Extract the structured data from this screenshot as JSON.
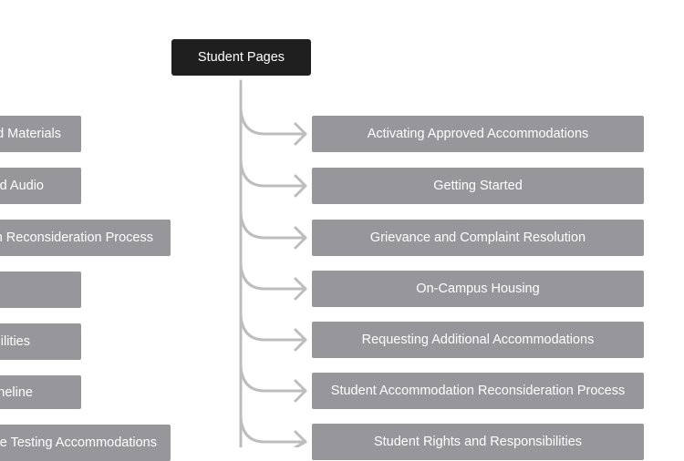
{
  "root": {
    "label": "Student Pages"
  },
  "left_nodes": [
    {
      "label": "d Materials"
    },
    {
      "label": "d Audio"
    },
    {
      "label": "n Reconsideration Process"
    },
    {
      "label": ""
    },
    {
      "label": "ilities"
    },
    {
      "label": "neline"
    },
    {
      "label": "e Testing Accommodations"
    }
  ],
  "right_nodes": [
    {
      "label": "Activating Approved Accommodations"
    },
    {
      "label": "Getting Started"
    },
    {
      "label": "Grievance and Complaint Resolution"
    },
    {
      "label": "On-Campus Housing"
    },
    {
      "label": "Requesting Additional Accommodations"
    },
    {
      "label": "Student Accommodation Reconsideration Process"
    },
    {
      "label": "Student Rights and Responsibilities"
    }
  ],
  "colors": {
    "root_bg": "#1f1f1f",
    "node_bg": "#97979b",
    "connector": "#bdbdbd",
    "text": "#ffffff"
  }
}
